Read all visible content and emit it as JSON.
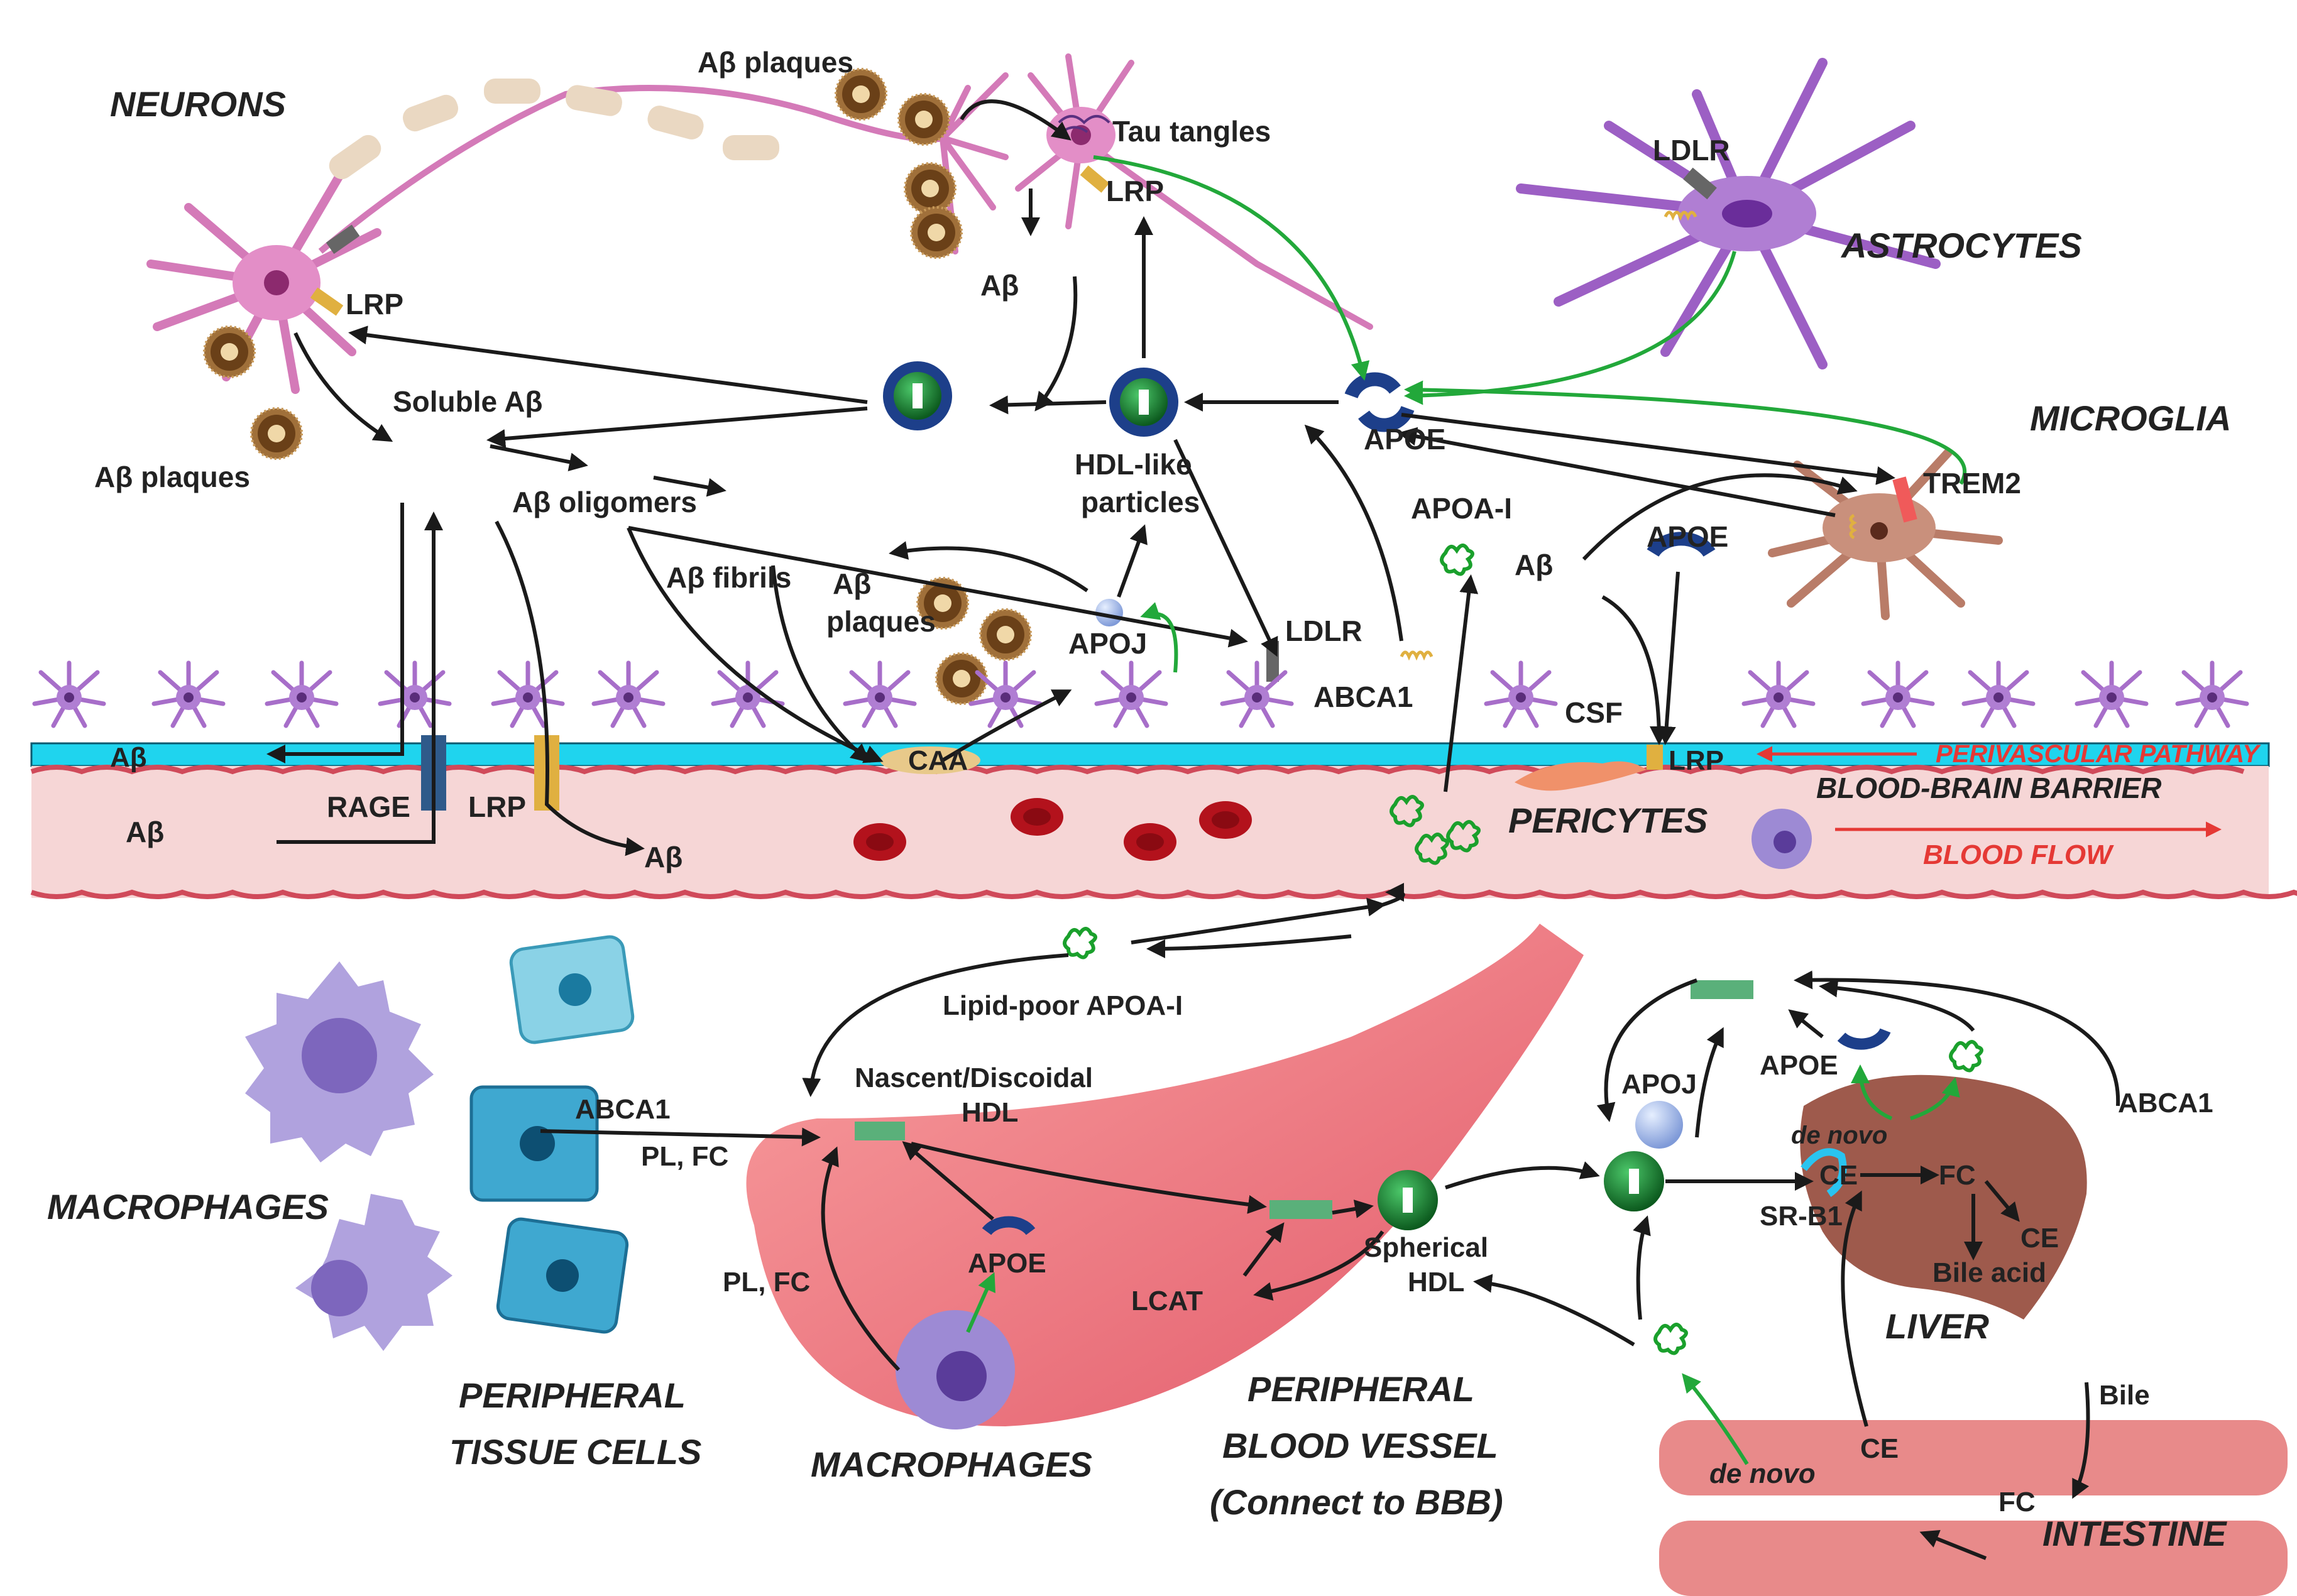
{
  "colors": {
    "arrow": "#1a1a1a",
    "green_arrow": "#22a83a",
    "red_text": "#e53935",
    "hdl_green": "#1a7a2e",
    "apoe_blue": "#1d3f8a",
    "csf_cyan": "#1fd4ee",
    "vessel_pink": "#f6d6d6",
    "neuron_pink": "#d47ab8",
    "astrocyte_purple": "#9c5fc4",
    "microglia_brown": "#b97c68",
    "liver_brown": "#9e5a4c"
  },
  "icons": [
    "neuron-icon",
    "astrocyte-icon",
    "microglia-icon",
    "pericyte-icon",
    "macrophage-icon",
    "tissue-cell-icon",
    "liver-icon",
    "intestine-icon",
    "blood-vessel-icon",
    "red-blood-cell-icon",
    "hdl-particle-icon",
    "apoe-icon",
    "apoa1-icon",
    "apoj-icon",
    "plaque-icon",
    "receptor-icon"
  ],
  "captions": {
    "neurons": "NEURONS",
    "astrocytes": "ASTROCYTES",
    "microglia": "MICROGLIA",
    "pericytes": "PERICYTES",
    "bbb": "BLOOD-BRAIN BARRIER",
    "perivascular": "PERIVASCULAR PATHWAY",
    "blood_flow": "BLOOD FLOW",
    "macrophages_left": "MACROPHAGES",
    "peripheral_tissue_1": "PERIPHERAL",
    "peripheral_tissue_2": "TISSUE CELLS",
    "macrophages_vessel": "MACROPHAGES",
    "peripheral_vessel_1": "PERIPHERAL",
    "peripheral_vessel_2": "BLOOD VESSEL",
    "peripheral_vessel_3": "(Connect to BBB)",
    "liver": "LIVER",
    "intestine": "INTESTINE"
  },
  "labels": {
    "ab_plaques_top": "Aβ plaques",
    "tau_tangles": "Tau tangles",
    "lrp_top": "LRP",
    "ab_top": "Aβ",
    "lrp_neuron": "LRP",
    "ldlr_astro": "LDLR",
    "soluble_ab": "Soluble Aβ",
    "ab_plaques_left": "Aβ plaques",
    "apoe_brain": "APOE",
    "hdl_like_1": "HDL-like",
    "hdl_like_2": "particles",
    "trem2": "TREM2",
    "ab_oligomers": "Aβ oligomers",
    "ab_fibrils": "Aβ fibrils",
    "ab_plaques_mid_1": "Aβ",
    "ab_plaques_mid_2": "plaques",
    "apoj_brain": "APOJ",
    "ldlr_brain": "LDLR",
    "apoa1_brain": "APOA-I",
    "abca1_brain": "ABCA1",
    "ab_right": "Aβ",
    "apoe_right": "APOE",
    "csf": "CSF",
    "caa": "CAA",
    "ab_csf": "Aβ",
    "rage": "RAGE",
    "lrp_bbb": "LRP",
    "ab_blood_left": "Aβ",
    "ab_blood_mid": "Aβ",
    "lrp_pericyte": "LRP",
    "lipid_poor_apoa1": "Lipid-poor APOA-I",
    "nascent_hdl_1": "Nascent/Discoidal",
    "nascent_hdl_2": "HDL",
    "abca1_tissue": "ABCA1",
    "pl_fc_1": "PL, FC",
    "pl_fc_2": "PL, FC",
    "apoe_vessel": "APOE",
    "lcat": "LCAT",
    "spherical_hdl_1": "Spherical",
    "spherical_hdl_2": "HDL",
    "apoj_liver": "APOJ",
    "apoe_liver": "APOE",
    "abca1_liver": "ABCA1",
    "de_novo_liver": "de novo",
    "ce_liver": "CE",
    "fc_liver": "FC",
    "ce_liver_2": "CE",
    "bile_acid": "Bile acid",
    "sr_b1": "SR-B1",
    "bile": "Bile",
    "de_novo_intestine": "de novo",
    "ce_intestine": "CE",
    "fc_intestine": "FC"
  }
}
